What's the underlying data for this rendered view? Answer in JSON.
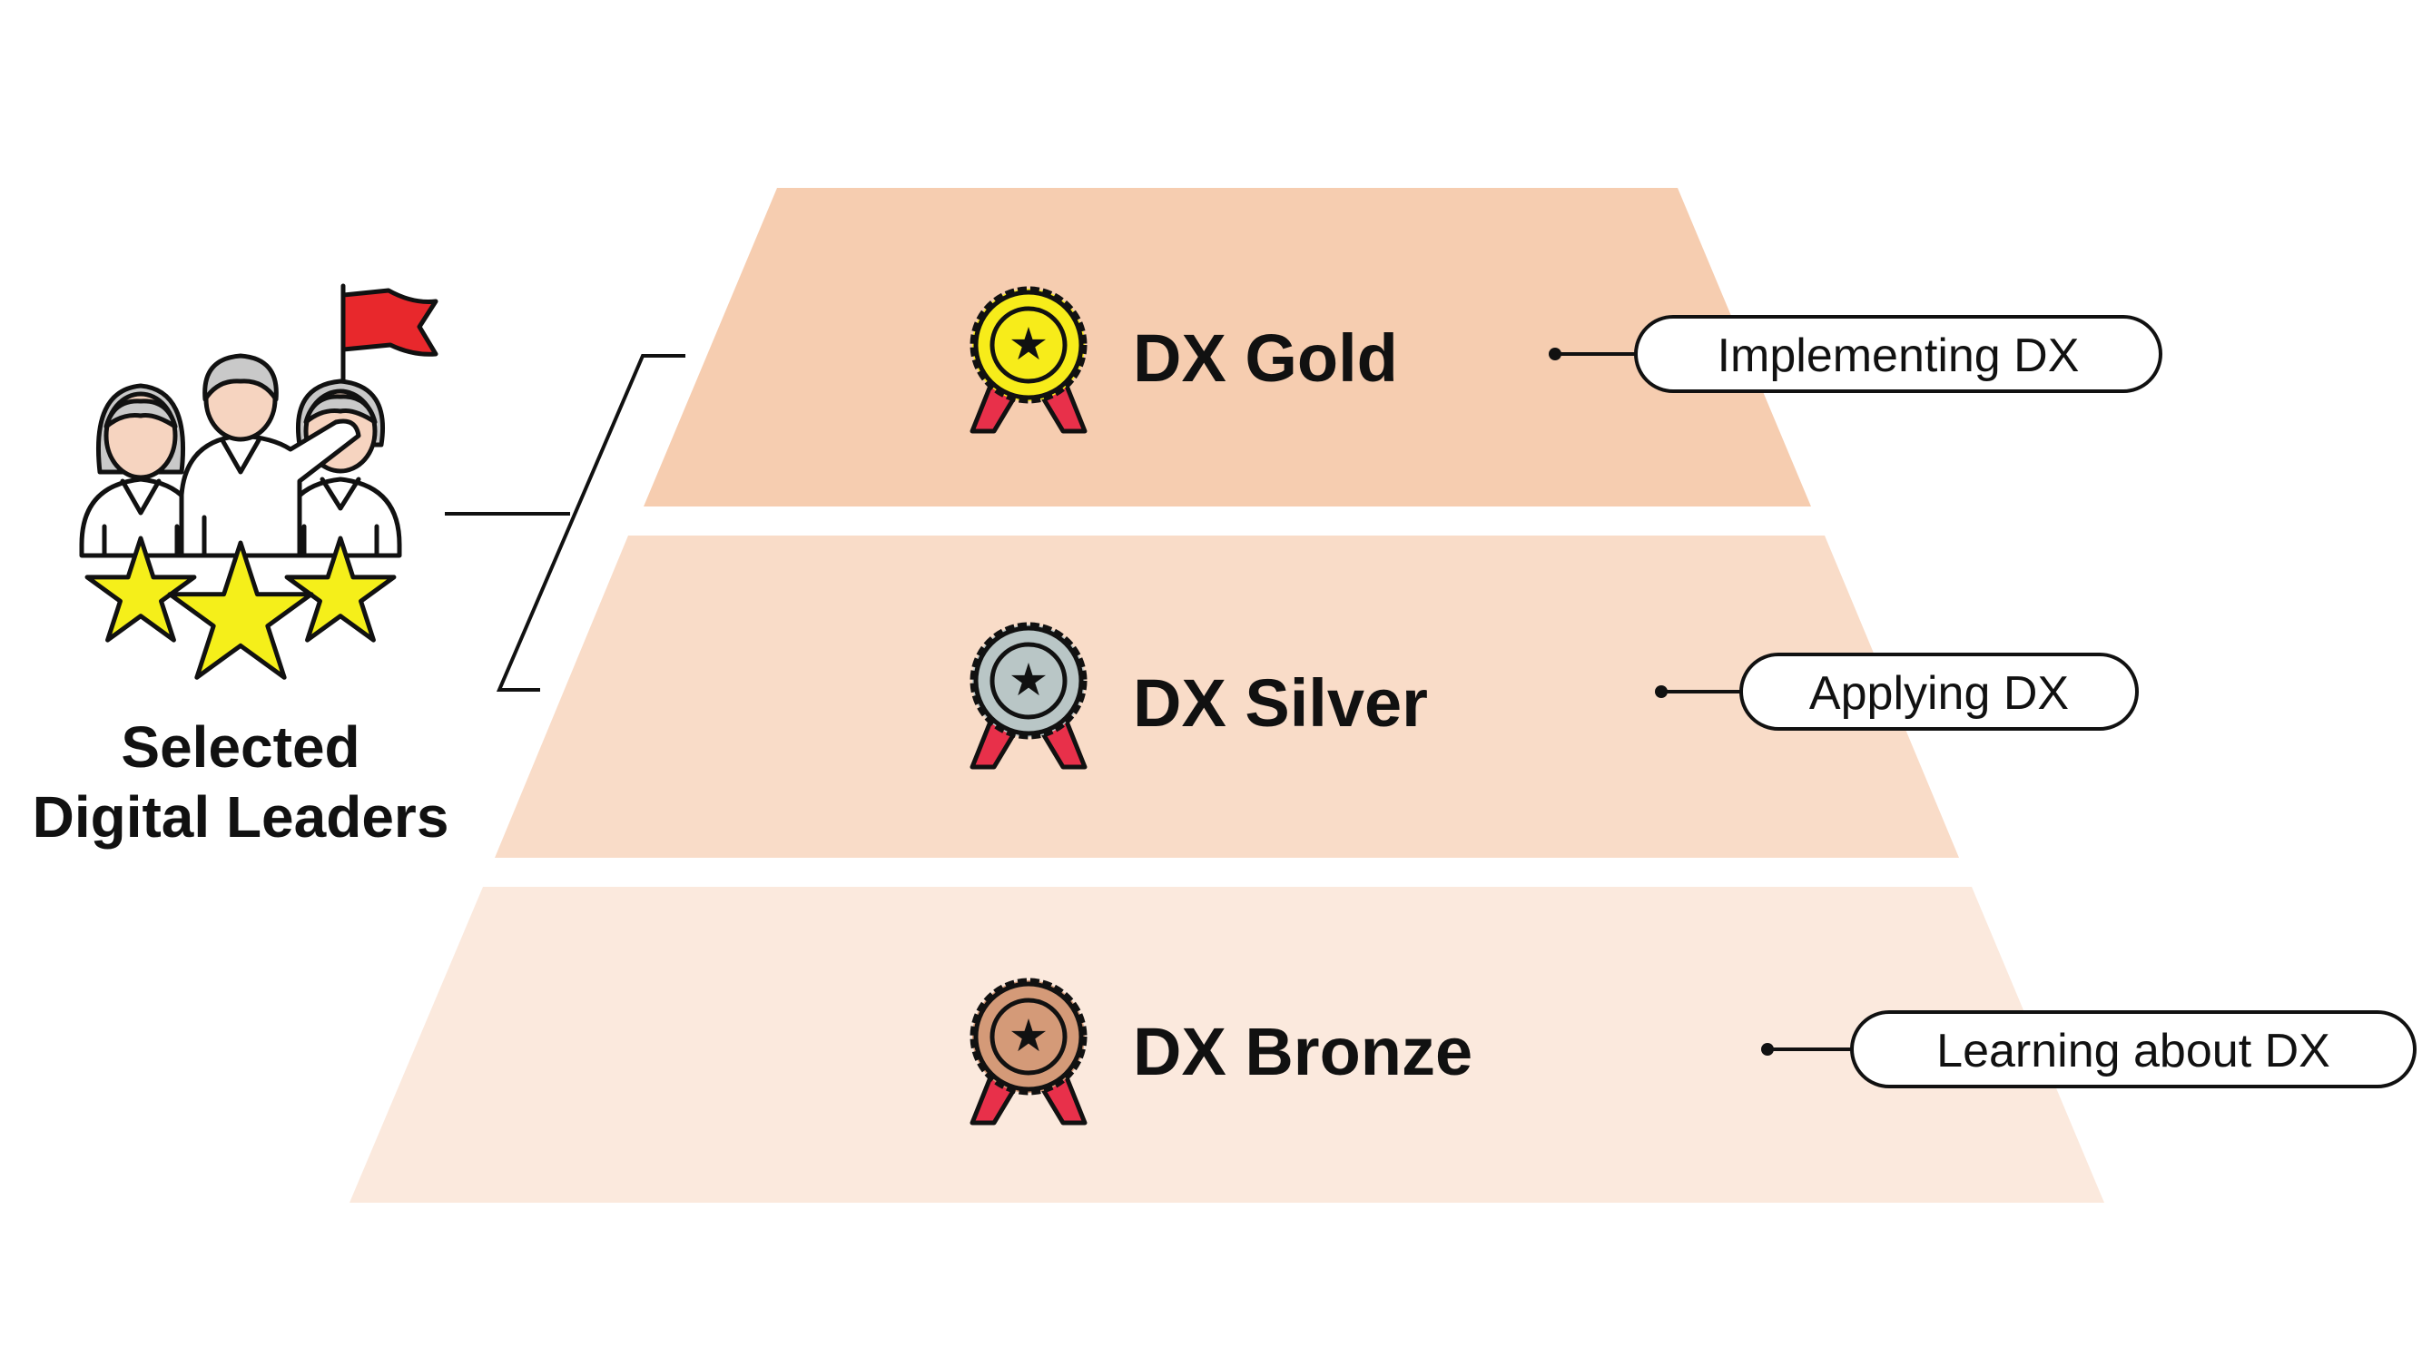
{
  "leaders": {
    "line1": "Selected",
    "line2": "Digital Leaders"
  },
  "tiers": [
    {
      "title": "DX Gold",
      "level": "Implementing DX",
      "band_color": "#f6cdb0",
      "medal_color": "#f7ec1a"
    },
    {
      "title": "DX Silver",
      "level": "Applying DX",
      "band_color": "#f9dcc8",
      "medal_color": "#b9c6c6"
    },
    {
      "title": "DX Bronze",
      "level": "Learning about DX",
      "band_color": "#fbe9dd",
      "medal_color": "#d49a78"
    }
  ],
  "colors": {
    "ribbon": "#e8304a",
    "flag": "#e8282c",
    "star": "#f5ef1a",
    "skin": "#f6d4c0",
    "hair": "#c9c9c9",
    "outline": "#111111"
  },
  "icons": {
    "medal": "award-medal-icon",
    "leaders": "team-leaders-flag-icon"
  }
}
